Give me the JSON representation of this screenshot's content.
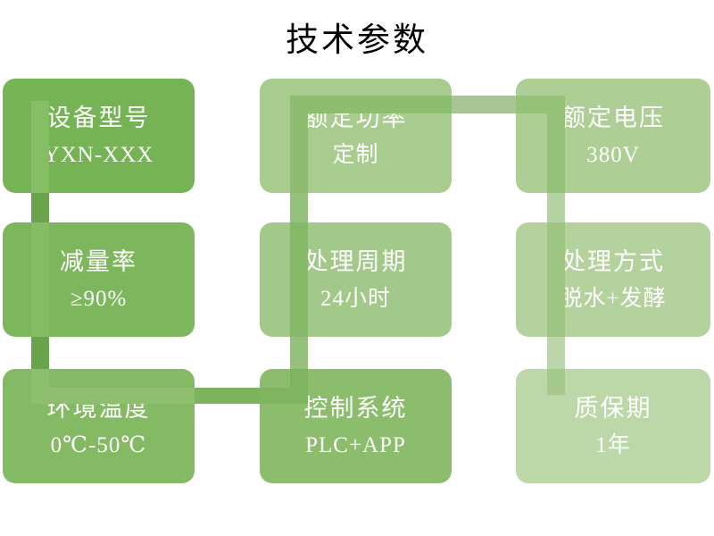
{
  "title": "技术参数",
  "boxes": [
    {
      "label": "设备型号",
      "value": "YXN-XXX"
    },
    {
      "label": "额定功率",
      "value": "定制"
    },
    {
      "label": "额定电压",
      "value": "380V"
    },
    {
      "label": "减量率",
      "value": "≥90%"
    },
    {
      "label": "处理周期",
      "value": "24小时"
    },
    {
      "label": "处理方式",
      "value": "脱水+发酵"
    },
    {
      "label": "环境温度",
      "value": "0℃-50℃"
    },
    {
      "label": "控制系统",
      "value": "PLC+APP"
    },
    {
      "label": "质保期",
      "value": "1年"
    }
  ],
  "colors": {
    "box0": "#76b355",
    "box1": "#a8cc8e",
    "box2": "#adcf95",
    "box3": "#7db65d",
    "box4": "#a3c98a",
    "box5": "#b4d29d",
    "box6": "#84ba63",
    "box7": "#8cbd6c",
    "box8": "#bcd7a8",
    "a1": "#86be66",
    "a2": "#69a34b",
    "a3": "#86bc66",
    "a4": "#69a34b",
    "a5": "#8dbf6e",
    "b1": "#8dbf6e",
    "b2": "#7db35f",
    "b3": "#7eb55e",
    "c5": "#7eb55e",
    "c4": "#96c17d",
    "c3": "#87ba68",
    "c2": "#96c17d",
    "c1": "#8dbd6e",
    "d1": "#8dbd6e",
    "d2": "#a9c593",
    "d3": "#95c278",
    "e1": "#95c278",
    "e2": "#b5d2a2",
    "e3": "#9ec682",
    "e4": "#bdd5ab",
    "e5": "#a6ca8c"
  },
  "text_color": "#ffffff",
  "background": "#ffffff"
}
